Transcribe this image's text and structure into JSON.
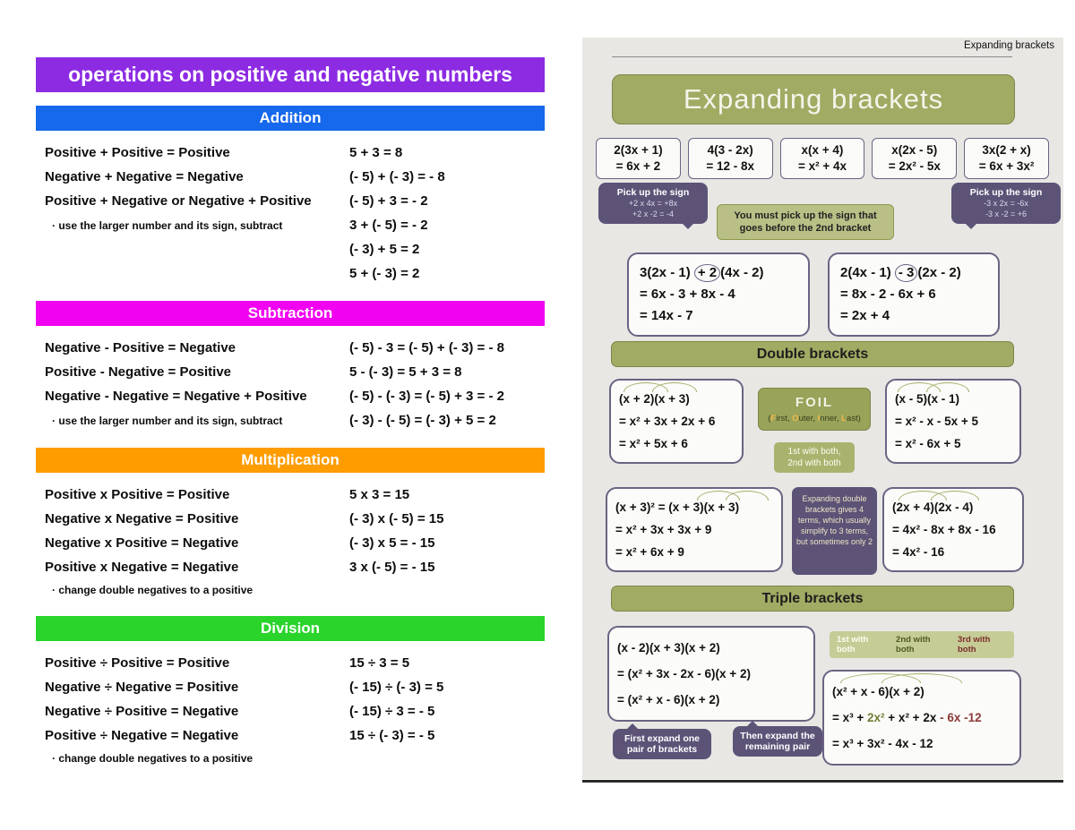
{
  "colors": {
    "title_bar": "#8d2be2",
    "addition": "#1668ec",
    "subtraction": "#f102f1",
    "multiplication": "#ff9c00",
    "division": "#2bd42b",
    "olive": "#a2ab63",
    "purple": "#5c5377",
    "panel_bg": "#e8e7e4"
  },
  "left": {
    "title": "operations on positive and negative numbers",
    "sections": [
      {
        "label": "Addition",
        "rows": [
          {
            "rule": "Positive + Positive = Positive",
            "example": "5 + 3 = 8"
          },
          {
            "rule": "Negative + Negative = Negative",
            "example": "(- 5) + (- 3) = - 8"
          },
          {
            "rule": "Positive + Negative or Negative + Positive",
            "example": "(- 5) + 3 = - 2"
          },
          {
            "rule": "· use the larger number and its sign, subtract",
            "example": "3 + (- 5) = - 2"
          },
          {
            "rule": "",
            "example": "(- 3) + 5 = 2"
          },
          {
            "rule": "",
            "example": "5 + (- 3) = 2"
          }
        ]
      },
      {
        "label": "Subtraction",
        "rows": [
          {
            "rule": "Negative - Positive = Negative",
            "example": "(- 5) - 3 = (- 5) + (- 3) = - 8"
          },
          {
            "rule": "Positive - Negative = Positive",
            "example": "5 - (- 3) = 5 + 3 = 8"
          },
          {
            "rule": "Negative - Negative = Negative + Positive",
            "example": "(- 5) - (- 3) = (- 5) + 3 = - 2"
          },
          {
            "rule": "· use the larger number and its sign, subtract",
            "example": "(- 3) - (- 5) = (- 3) + 5 = 2"
          }
        ]
      },
      {
        "label": "Multiplication",
        "rows": [
          {
            "rule": "Positive x Positive = Positive",
            "example": "5 x 3 = 15"
          },
          {
            "rule": "Negative x Negative = Positive",
            "example": "(- 3) x (- 5) = 15"
          },
          {
            "rule": "Negative x Positive = Negative",
            "example": "(- 3) x 5 = - 15"
          },
          {
            "rule": "Positive x Negative = Negative",
            "example": "3 x (- 5) = - 15"
          },
          {
            "rule": "· change double negatives to a positive",
            "example": ""
          }
        ]
      },
      {
        "label": "Division",
        "rows": [
          {
            "rule": "Positive ÷ Positive = Positive",
            "example": "15 ÷ 3 = 5"
          },
          {
            "rule": "Negative ÷ Negative = Positive",
            "example": "(- 15) ÷ (- 3) = 5"
          },
          {
            "rule": "Negative ÷ Positive = Negative",
            "example": "(- 15) ÷ 3 = - 5"
          },
          {
            "rule": "Positive ÷ Negative = Negative",
            "example": "15 ÷ (- 3) = - 5"
          },
          {
            "rule": "· change double negatives to a positive",
            "example": ""
          }
        ]
      }
    ]
  },
  "right": {
    "corner_label": "Expanding brackets",
    "title": "Expanding brackets",
    "single_examples": [
      {
        "line1": "2(3x + 1)",
        "line2": "= 6x + 2"
      },
      {
        "line1": "4(3 - 2x)",
        "line2": "= 12 - 8x"
      },
      {
        "line1": "x(x + 4)",
        "line2": "= x² + 4x"
      },
      {
        "line1": "x(2x - 5)",
        "line2": "= 2x² - 5x"
      },
      {
        "line1": "3x(2 + x)",
        "line2": "= 6x + 3x²"
      }
    ],
    "callout_left": {
      "line1": "Pick up the sign",
      "line2": "+2 x 4x = +8x",
      "line3": "+2 x -2 = -4"
    },
    "callout_center": {
      "line1": "You must pick up the sign that",
      "line2": "goes before the 2nd bracket"
    },
    "callout_right": {
      "line1": "Pick up the sign",
      "line2": "-3 x 2x = -6x",
      "line3": "-3 x -2 = +6"
    },
    "worked": [
      {
        "pre": "3(2x - 1) ",
        "circled": "+ 2",
        "post": "(4x - 2)",
        "line2": "= 6x - 3 + 8x - 4",
        "line3": "= 14x - 7"
      },
      {
        "pre": "2(4x - 1) ",
        "circled": "- 3",
        "post": "(2x - 2)",
        "line2": "= 8x - 2 - 6x + 6",
        "line3": "= 2x + 4"
      }
    ],
    "double_header": "Double brackets",
    "dbox1": {
      "l1": "(x + 2)(x + 3)",
      "l2": "= x² + 3x + 2x + 6",
      "l3": "= x² + 5x + 6"
    },
    "foil": {
      "title": "FOIL",
      "sub": [
        "(",
        "F",
        "irst, ",
        "O",
        "uter, ",
        "I",
        "nner, ",
        "L",
        "ast)"
      ]
    },
    "dbox2": {
      "l1": "(x - 5)(x - 1)",
      "l2": "= x² - x - 5x + 5",
      "l3": "= x² - 6x + 5"
    },
    "both_note": {
      "line1": "1st with both,",
      "line2": "2nd with both"
    },
    "dbox3": {
      "l1": "(x + 3)² = (x + 3)(x + 3)",
      "l2": "= x² + 3x + 3x + 9",
      "l3": "= x² + 6x + 9"
    },
    "terms_note": "Expanding double brackets gives 4 terms, which usually simplify to 3 terms, but sometimes only 2",
    "dbox4": {
      "l1": "(2x + 4)(2x - 4)",
      "l2": "= 4x² - 8x + 8x - 16",
      "l3": "= 4x² - 16"
    },
    "triple_header": "Triple brackets",
    "tbox1": {
      "l1": "(x - 2)(x + 3)(x + 2)",
      "l2": "= (x² + 3x - 2x - 6)(x + 2)",
      "l3": "= (x² + x - 6)(x + 2)"
    },
    "triple_note": [
      "1st with both",
      "2nd with both",
      "3rd with both"
    ],
    "tbox2": {
      "l1": "(x² + x - 6)(x + 2)",
      "l2": {
        "p1": "= x³ + ",
        "p2": "2x²",
        "p3": " + x² + 2x ",
        "p4": "- 6x",
        "p5": " -12"
      },
      "l3": "= x³ + 3x² - 4x - 12"
    },
    "callout_first": {
      "line1": "First expand one",
      "line2": "pair of brackets"
    },
    "callout_then": {
      "line1": "Then expand the",
      "line2": "remaining pair"
    }
  }
}
